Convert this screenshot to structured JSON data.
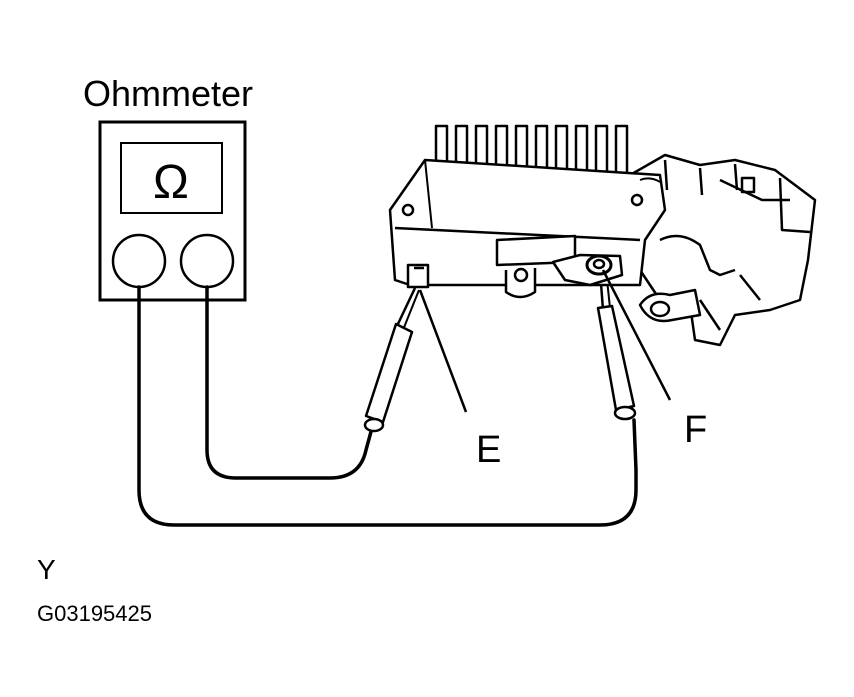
{
  "labels": {
    "meter_title": "Ohmmeter",
    "meter_symbol": "Ω",
    "terminal_e": "E",
    "terminal_f": "F",
    "corner_mark": "Y",
    "figure_code": "G03195425"
  },
  "colors": {
    "line": "#000000",
    "background": "#ffffff"
  }
}
